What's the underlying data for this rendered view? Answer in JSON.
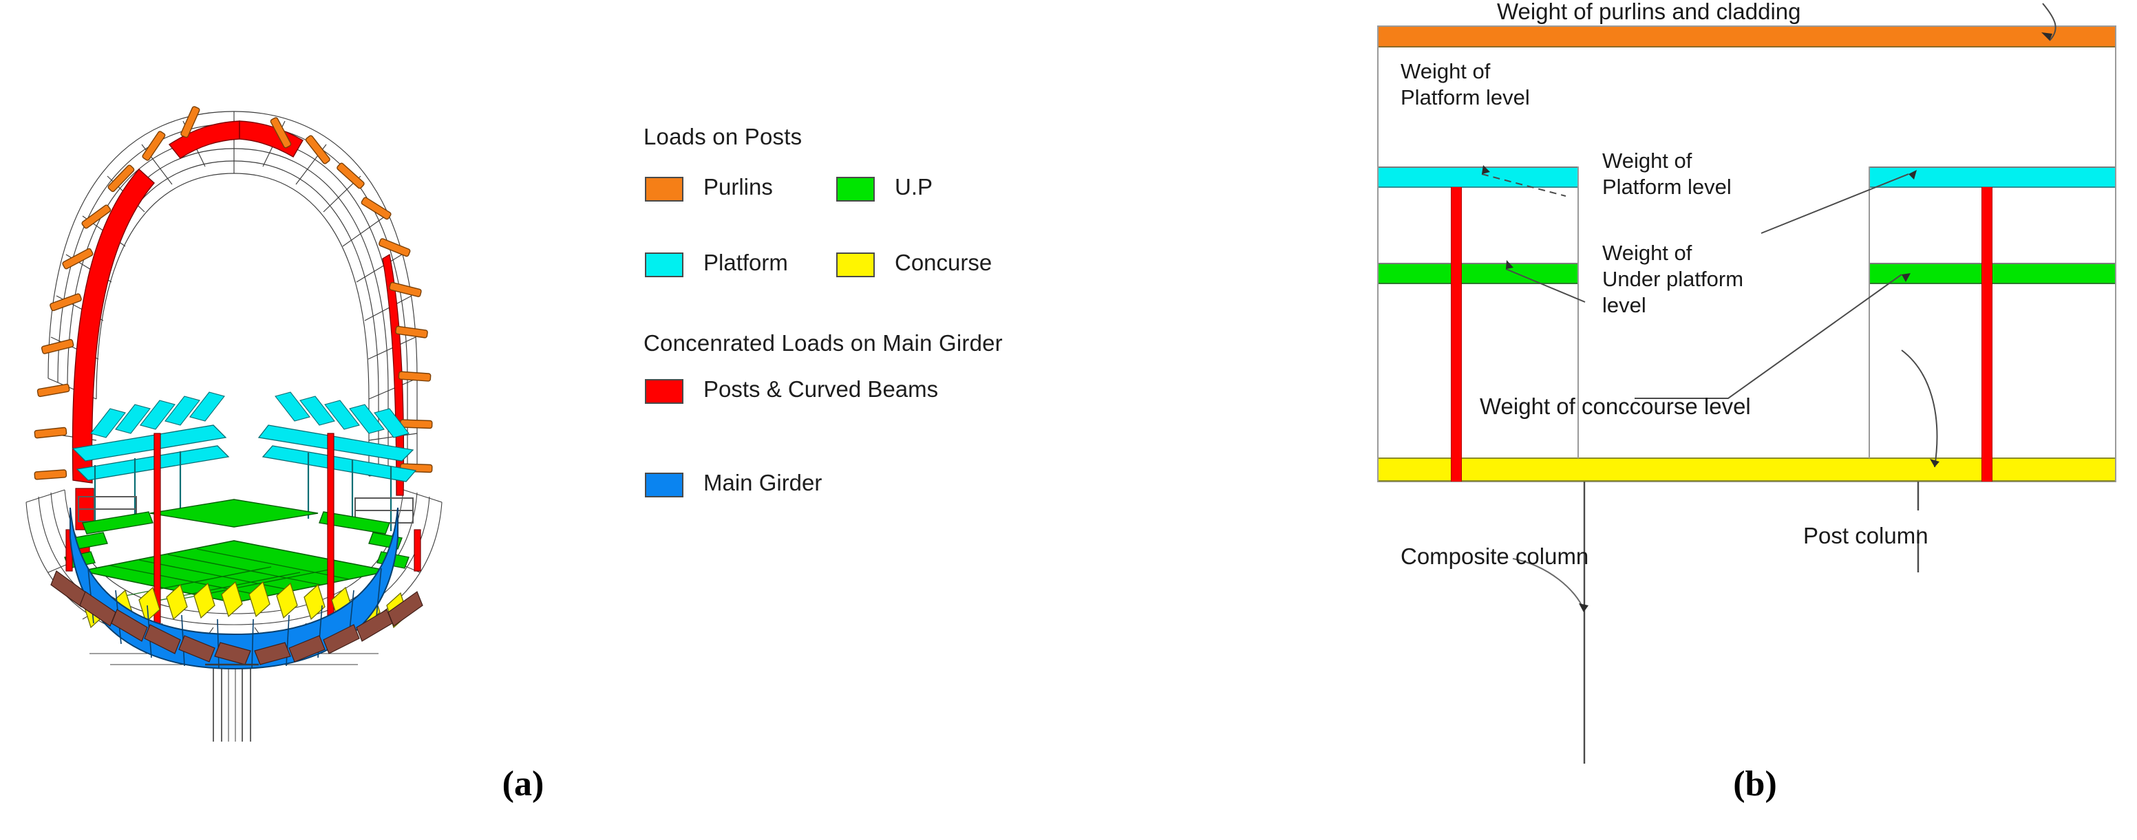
{
  "figure": {
    "subfigure_a_label": "(a)",
    "subfigure_b_label": "(b)"
  },
  "legend": {
    "heading_posts": "Loads on Posts",
    "heading_girder": "Concenrated Loads on Main Girder",
    "items_posts": [
      {
        "label": "Purlins",
        "color": "#F57F17"
      },
      {
        "label": "U.P",
        "color": "#00E500"
      },
      {
        "label": "Platform",
        "color": "#00F0F0"
      },
      {
        "label": "Concurse",
        "color": "#FFF500"
      }
    ],
    "items_girder": [
      {
        "label": "Posts & Curved Beams",
        "color": "#FF0000"
      },
      {
        "label": "Main Girder",
        "color": "#0A84F0"
      }
    ]
  },
  "section": {
    "callouts": {
      "purlins_cladding": "Weight of purlins and cladding",
      "platform_left": "Weight of\nPlatform level",
      "platform_right": "Weight of\nPlatform level",
      "under_platform": "Weight of\nUnder platform\nlevel",
      "concourse": "Weight of conccourse level",
      "composite_column": "Composite column",
      "post_column": "Post column"
    },
    "bands": [
      {
        "name": "purlins-cladding-band",
        "color": "#F57F17"
      },
      {
        "name": "platform-band-left",
        "color": "#00F0F0"
      },
      {
        "name": "platform-band-right",
        "color": "#00F0F0"
      },
      {
        "name": "under-platform-left",
        "color": "#00E500"
      },
      {
        "name": "under-platform-right",
        "color": "#00E500"
      },
      {
        "name": "concourse-band",
        "color": "#FFF500"
      }
    ],
    "post_color": "#FF0000"
  },
  "model": {
    "colors": {
      "purlins": "#F57F17",
      "curved_beams": "#FF0000",
      "platform": "#00E8F0",
      "under_platform": "#00D400",
      "concourse": "#FFF500",
      "main_girder": "#0A84F0",
      "brackets": "#8C4A3C",
      "wireframe": "#2b2b2b"
    }
  }
}
